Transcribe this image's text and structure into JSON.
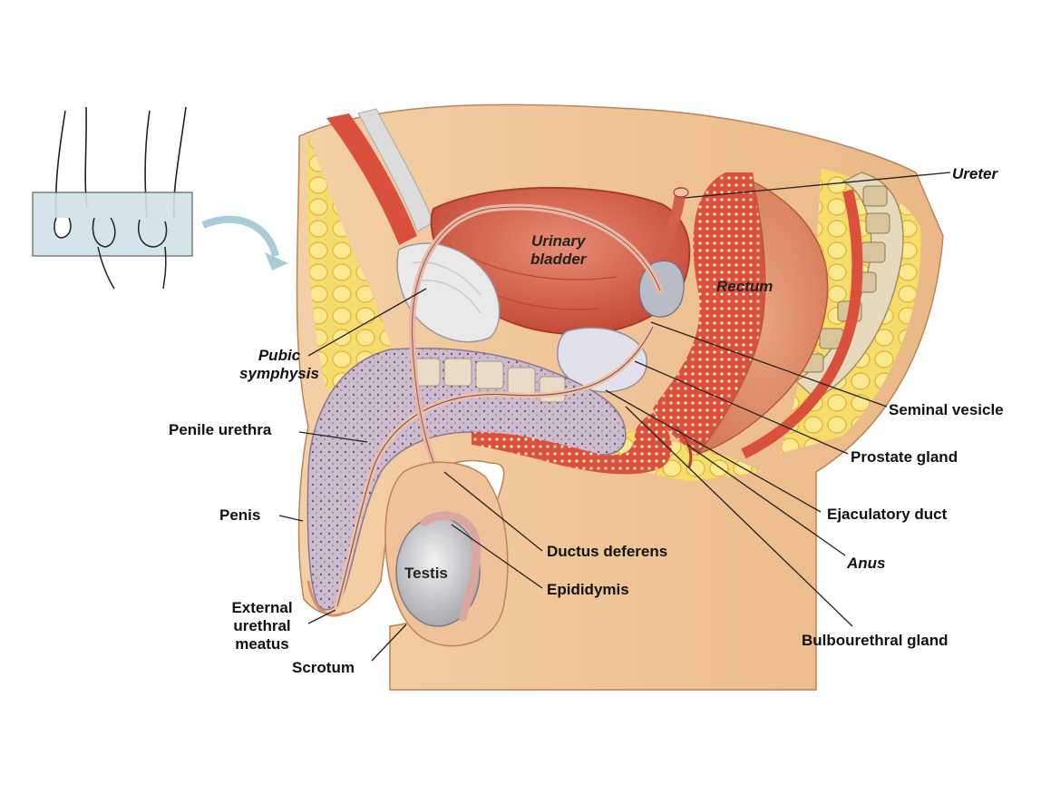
{
  "labels": {
    "ureter": "Ureter",
    "urinary_bladder_line1": "Urinary",
    "urinary_bladder_line2": "bladder",
    "rectum": "Rectum",
    "pubic_symphysis_line1": "Pubic",
    "pubic_symphysis_line2": "symphysis",
    "penile_urethra": "Penile urethra",
    "penis": "Penis",
    "testis": "Testis",
    "external_urethral_meatus_line1": "External",
    "external_urethral_meatus_line2": "urethral",
    "external_urethral_meatus_line3": "meatus",
    "scrotum": "Scrotum",
    "ductus_deferens": "Ductus deferens",
    "epididymis": "Epididymis",
    "seminal_vesicle": "Seminal vesicle",
    "prostate_gland": "Prostate gland",
    "ejaculatory_duct": "Ejaculatory duct",
    "anus": "Anus",
    "bulbourethral_gland": "Bulbourethral gland"
  },
  "colors": {
    "skin": "#f1c79a",
    "skin_dark": "#e4aa75",
    "fat": "#f6dc6a",
    "muscle": "#d94b3a",
    "bladder": "#d8604b",
    "erectile_tissue": "#c9b6c8",
    "bone": "#e9dfcc",
    "testis": "#c9c9cd",
    "leader_line": "#222222"
  }
}
